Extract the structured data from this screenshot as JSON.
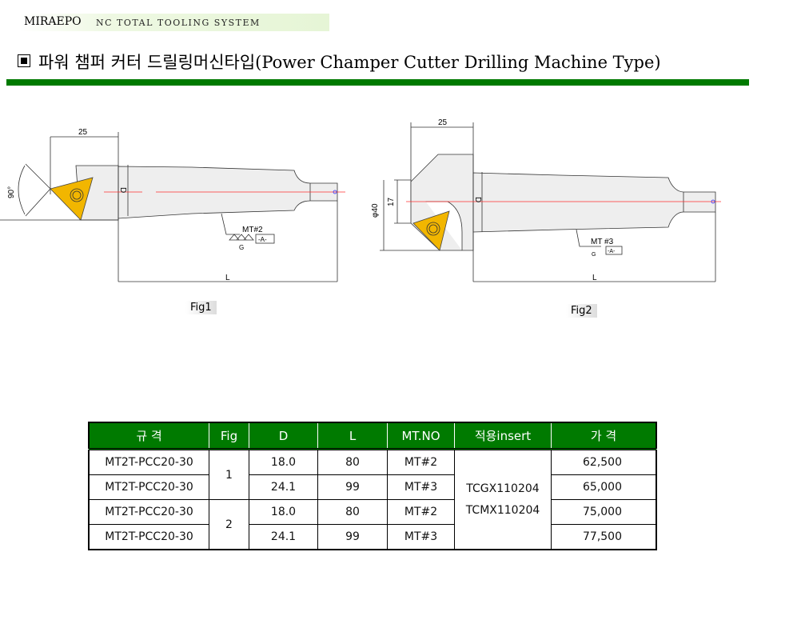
{
  "header": {
    "brand": "MIRAEPO",
    "subtitle": "NC TOTAL TOOLING SYSTEM"
  },
  "title": "파워 챔퍼 커터 드릴링머신타입(Power Champer Cutter Drilling Machine Type)",
  "colors": {
    "green": "#007a00",
    "insert": "#f2b600",
    "centerline": "#ff3030"
  },
  "fig1": {
    "label": "Fig1",
    "dim_width": "25",
    "dim_angle": "90°",
    "dim_d": "D",
    "dim_l": "L",
    "taper": "MT#2",
    "grind": "G",
    "datum": "-A-"
  },
  "fig2": {
    "label": "Fig2",
    "dim_width": "25",
    "dim_dia": "φ40",
    "dim_h": "17",
    "dim_d": "D",
    "dim_l": "L",
    "taper": "MT #3",
    "grind": "G",
    "datum": "-A-"
  },
  "table": {
    "headers": [
      "규 격",
      "Fig",
      "D",
      "L",
      "MT.NO",
      "적용insert",
      "가 격"
    ],
    "rows": [
      {
        "spec": "MT2T-PCC20-30",
        "d": "18.0",
        "l": "80",
        "mt": "MT#2",
        "price": "62,500"
      },
      {
        "spec": "MT2T-PCC20-30",
        "d": "24.1",
        "l": "99",
        "mt": "MT#3",
        "price": "65,000"
      },
      {
        "spec": "MT2T-PCC20-30",
        "d": "18.0",
        "l": "80",
        "mt": "MT#2",
        "price": "75,000"
      },
      {
        "spec": "MT2T-PCC20-30",
        "d": "24.1",
        "l": "99",
        "mt": "MT#3",
        "price": "77,500"
      }
    ],
    "figs": [
      "1",
      "2"
    ],
    "insert": [
      "TCGX110204",
      "TCMX110204"
    ]
  }
}
